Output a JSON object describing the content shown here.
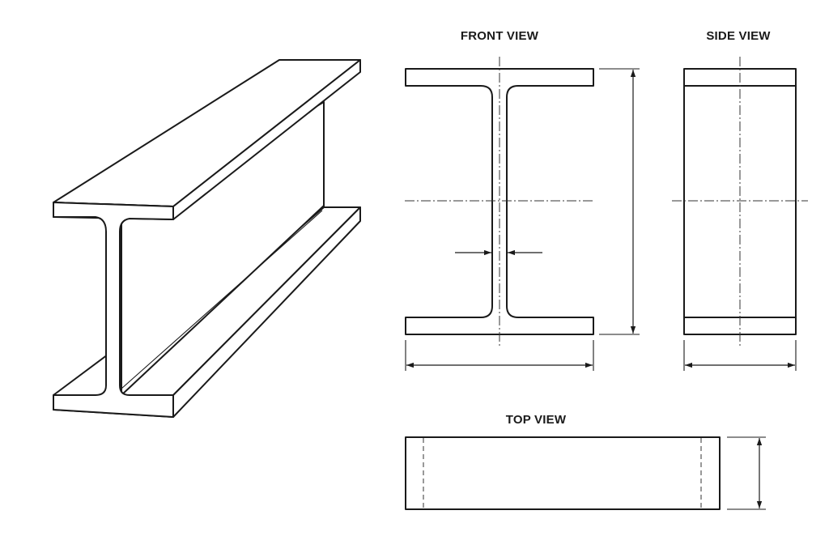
{
  "views": {
    "front": {
      "label": "FRONT VIEW"
    },
    "side": {
      "label": "SIDE VIEW"
    },
    "top": {
      "label": "TOP VIEW"
    }
  },
  "colors": {
    "line": "#1a1a1a",
    "background": "#ffffff"
  }
}
